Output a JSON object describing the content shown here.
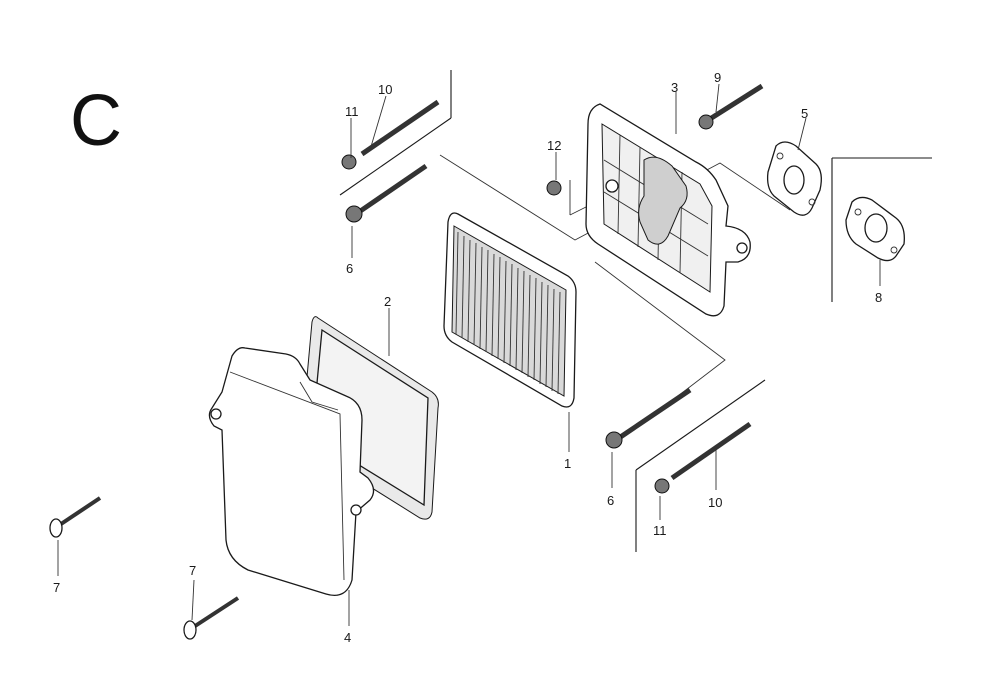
{
  "section_letter": "C",
  "callouts": {
    "c1": "1",
    "c2": "2",
    "c3": "3",
    "c4": "4",
    "c5": "5",
    "c6a": "6",
    "c6b": "6",
    "c7a": "7",
    "c7b": "7",
    "c8": "8",
    "c9": "9",
    "c10a": "10",
    "c10b": "10",
    "c11a": "11",
    "c11b": "11",
    "c12": "12"
  }
}
